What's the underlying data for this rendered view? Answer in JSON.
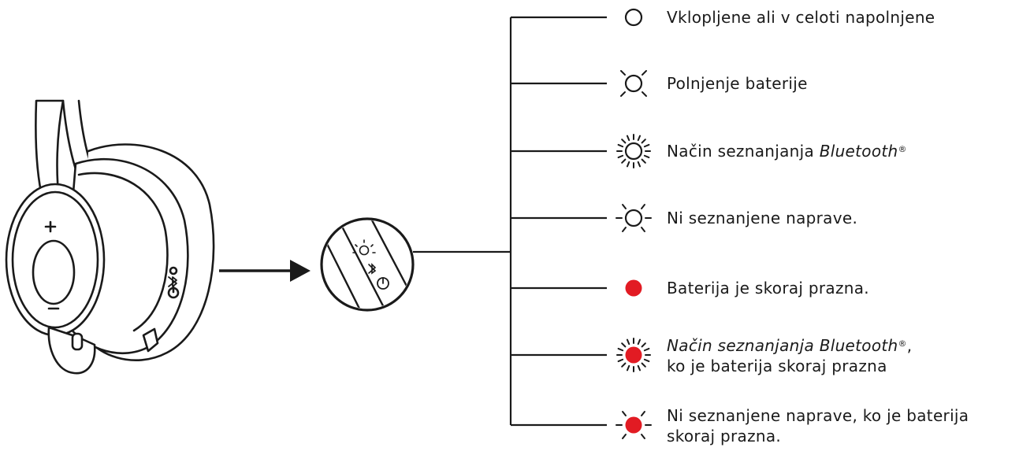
{
  "colors": {
    "line": "#1a1a1a",
    "led_red": "#e21b23",
    "background": "#ffffff"
  },
  "legend": [
    {
      "id": "on-or-charged",
      "led_color": "white",
      "led_pattern": "steady",
      "parts": [
        {
          "text": "Vklopljene ali v celoti napolnjene",
          "italic": false
        }
      ]
    },
    {
      "id": "charging",
      "led_color": "white",
      "led_pattern": "pulsing",
      "parts": [
        {
          "text": "Polnjenje baterije",
          "italic": false
        }
      ]
    },
    {
      "id": "bt-pairing",
      "led_color": "white",
      "led_pattern": "fast-blinking",
      "parts": [
        {
          "text": "Način seznanjanja ",
          "italic": false
        },
        {
          "text": "Bluetooth",
          "italic": true
        },
        {
          "text": "®",
          "italic": false,
          "sup": true
        }
      ]
    },
    {
      "id": "no-paired",
      "led_color": "white",
      "led_pattern": "slow-blinking",
      "parts": [
        {
          "text": "Ni seznanjene naprave.",
          "italic": false
        }
      ]
    },
    {
      "id": "battery-low",
      "led_color": "red",
      "led_pattern": "steady",
      "parts": [
        {
          "text": "Baterija je skoraj prazna.",
          "italic": false
        }
      ]
    },
    {
      "id": "bt-pairing-low",
      "led_color": "red",
      "led_pattern": "fast-blinking",
      "lines": [
        [
          {
            "text": "Način seznanjanja Bluetooth",
            "italic": true
          },
          {
            "text": "®",
            "italic": false,
            "sup": true
          },
          {
            "text": ",",
            "italic": false
          }
        ],
        [
          {
            "text": "ko je baterija skoraj prazna",
            "italic": false
          }
        ]
      ]
    },
    {
      "id": "no-paired-low",
      "led_color": "red",
      "led_pattern": "slow-blinking",
      "lines": [
        [
          {
            "text": "Ni seznanjene naprave, ko je baterija",
            "italic": false
          }
        ],
        [
          {
            "text": "skoraj prazna.",
            "italic": false
          }
        ]
      ]
    }
  ],
  "headset_icons": [
    "plus-icon",
    "minus-icon",
    "status-led-icon",
    "bluetooth-icon",
    "power-icon"
  ]
}
